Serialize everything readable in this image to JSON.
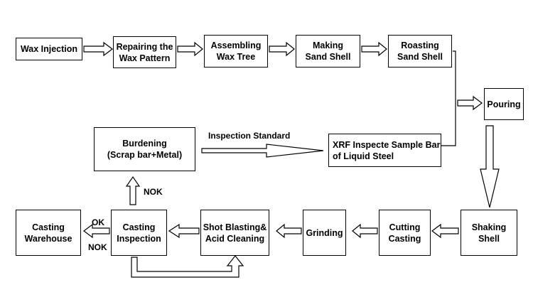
{
  "steps": {
    "wax_injection": [
      "Wax Injection"
    ],
    "repairing_wax_pattern": [
      "Repairing the",
      "Wax Pattern"
    ],
    "assembling_wax_tree": [
      "Assembling",
      "Wax Tree"
    ],
    "making_sand_shell": [
      "Making",
      "Sand Shell"
    ],
    "roasting_sand_shell": [
      "Roasting",
      "Sand Shell"
    ],
    "pouring": [
      "Pouring"
    ],
    "xrf_inspection": [
      "XRF Inspecte Sample Bar",
      "of Liquid Steel"
    ],
    "burdening": [
      "Burdening",
      "(Scrap bar+Metal)"
    ],
    "shaking_shell": [
      "Shaking",
      "Shell"
    ],
    "cutting_casting": [
      "Cutting",
      "Casting"
    ],
    "grinding": [
      "Grinding"
    ],
    "shot_blasting": [
      "Shot Blasting&",
      "Acid Cleaning"
    ],
    "casting_inspection": [
      "Casting",
      "Inspection"
    ],
    "casting_warehouse": [
      "Casting",
      "Warehouse"
    ]
  },
  "labels": {
    "inspection_standard": "Inspection Standard",
    "nok_up": "NOK",
    "ok": "OK",
    "nok_down": "NOK"
  }
}
